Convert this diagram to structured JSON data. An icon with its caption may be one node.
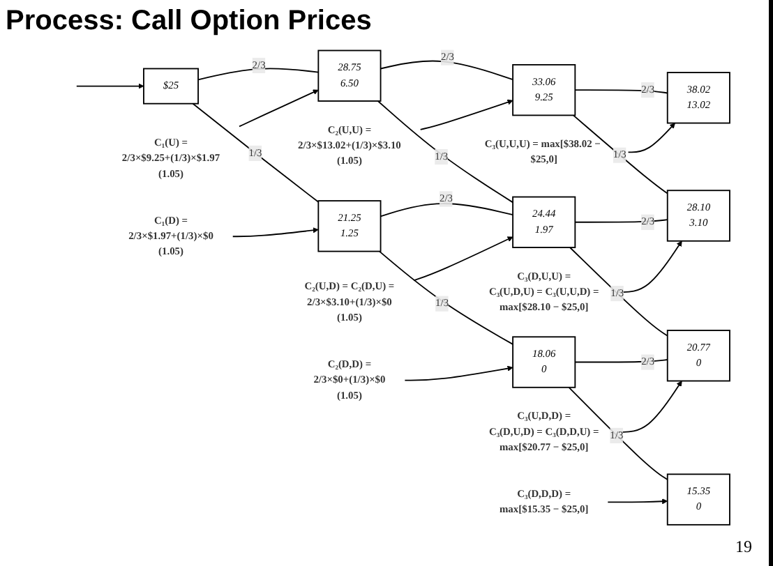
{
  "diagram": {
    "title": "Process: Call Option Prices",
    "nodes": [
      {
        "text": [
          "$25"
        ]
      },
      {
        "text": [
          "28.75",
          "6.50"
        ]
      },
      {
        "text": [
          "21.25",
          "1.25"
        ]
      },
      {
        "text": [
          "33.06",
          "9.25"
        ]
      },
      {
        "text": [
          "24.44",
          "1.97"
        ]
      },
      {
        "text": [
          "18.06",
          "0"
        ]
      },
      {
        "text": [
          "38.02",
          "13.02"
        ]
      },
      {
        "text": [
          "28.10",
          "3.10"
        ]
      },
      {
        "text": [
          "20.77",
          "0"
        ]
      },
      {
        "text": [
          "15.35",
          "0"
        ]
      },
      {
        "text": [
          "C₁(U) =",
          "2/3×$9.25+(1/3)×$1.97",
          "(1.05)"
        ]
      },
      {
        "text": [
          "C₁(D) =",
          "2/3×$1.97+(1/3)×$0",
          "(1.05)"
        ]
      },
      {
        "text": [
          "C₂(U,U) =",
          "2/3×$13.02+(1/3)×$3.10",
          "(1.05)"
        ]
      },
      {
        "text": [
          "C₂(U,D) = C₂(D,U) =",
          "2/3×$3.10+(1/3)×$0",
          "(1.05)"
        ]
      },
      {
        "text": [
          "C₂(D,D) =",
          "2/3×$0+(1/3)×$0",
          "(1.05)"
        ]
      },
      {
        "text": [
          "C₃(U,U,U) = max[$38.02 − $25,0]"
        ]
      },
      {
        "text": [
          "C₃(D,U,U) =",
          "C₃(U,D,U) = C₃(U,U,D) =",
          "max[$28.10 − $25,0]"
        ]
      },
      {
        "text": [
          "C₃(U,D,D) =",
          "C₃(D,U,D) = C₃(D,D,U) =",
          "max[$20.77 − $25,0]"
        ]
      },
      {
        "text": [
          "C₃(D,D,D) =",
          "max[$15.35 − $25,0]"
        ]
      }
    ],
    "edges": [
      {
        "from": 0,
        "to": 1,
        "arrow": "none",
        "label": "2/3"
      },
      {
        "from": 0,
        "to": 2,
        "arrow": "none",
        "label": "1/3"
      },
      {
        "from": 1,
        "to": 3,
        "arrow": "none",
        "label": "2/3"
      },
      {
        "from": 1,
        "to": 4,
        "arrow": "none",
        "label": "1/3"
      },
      {
        "from": 2,
        "to": 4,
        "arrow": "none",
        "label": "2/3"
      },
      {
        "from": 2,
        "to": 5,
        "arrow": "none",
        "label": "1/3"
      },
      {
        "from": 3,
        "to": 6,
        "arrow": "none",
        "label": "2/3"
      },
      {
        "from": 3,
        "to": 7,
        "arrow": "none",
        "label": "1/3"
      },
      {
        "from": 4,
        "to": 7,
        "arrow": "none",
        "label": "2/3"
      },
      {
        "from": 4,
        "to": 8,
        "arrow": "none",
        "label": "1/3"
      },
      {
        "from": 5,
        "to": 8,
        "arrow": "none",
        "label": "2/3"
      },
      {
        "from": 5,
        "to": 9,
        "arrow": "none",
        "label": "1/3"
      },
      {
        "from": 10,
        "to": 1,
        "arrow": "to"
      },
      {
        "from": 11,
        "to": 2,
        "arrow": "to"
      },
      {
        "from": 12,
        "to": 3,
        "arrow": "to"
      },
      {
        "from": 13,
        "to": 4,
        "arrow": "to"
      },
      {
        "from": 14,
        "to": 5,
        "arrow": "to"
      },
      {
        "from": 15,
        "to": 6,
        "arrow": "to"
      },
      {
        "from": 16,
        "to": 7,
        "arrow": "to"
      },
      {
        "from": 17,
        "to": 8,
        "arrow": "to"
      },
      {
        "from": 18,
        "to": 9,
        "arrow": "to"
      },
      {
        "from": null,
        "to": 0,
        "arrow": "to"
      }
    ],
    "labels": [
      "19"
    ]
  }
}
